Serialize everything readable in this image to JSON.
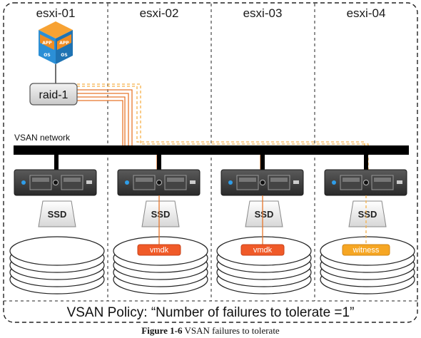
{
  "hosts": [
    {
      "name": "esxi-01",
      "ssd": "SSD",
      "disk_tag": ""
    },
    {
      "name": "esxi-02",
      "ssd": "SSD",
      "disk_tag": "vmdk"
    },
    {
      "name": "esxi-03",
      "ssd": "SSD",
      "disk_tag": "vmdk"
    },
    {
      "name": "esxi-04",
      "ssd": "SSD",
      "disk_tag": "witness"
    }
  ],
  "vm_icon": {
    "labels": [
      "APP",
      "APP",
      "OS",
      "OS"
    ],
    "icon": "vm-cube-icon"
  },
  "raid": {
    "label": "raid-1"
  },
  "network": {
    "label": "VSAN network"
  },
  "policy": {
    "text": "VSAN Policy: “Number of failures to tolerate =1”"
  },
  "caption": {
    "figure": "Figure 1-6",
    "text": "VSAN failures to tolerate"
  },
  "colors": {
    "vmdk_tag": "#f05a28",
    "witness_tag": "#f6a623",
    "data_path": "#e8762b",
    "witness_path": "#f6b14a",
    "network_bar": "#000000",
    "vm_cube_top": "#f7a233",
    "vm_cube_side": "#2b8fd6"
  }
}
